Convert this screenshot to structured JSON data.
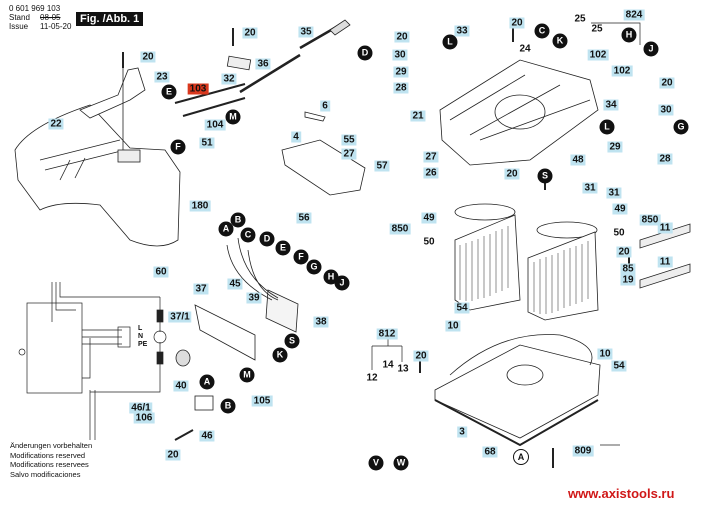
{
  "header": {
    "part_number": "0 601 969 103",
    "stand_label": "Stand",
    "stand_value": "08-05",
    "issue_label": "Issue",
    "issue_value": "11-05-20",
    "figure": "Fig. /Abb. 1"
  },
  "notes": [
    "Änderungen vorbehalten",
    "Modifications reserved",
    "Modifications reservees",
    "Salvo modificaciones"
  ],
  "website": "www.axistools.ru",
  "colors": {
    "callout_bg": "#bfe3f0",
    "highlight_callout": "#d9381e",
    "website": "#d01818"
  },
  "callouts": [
    "20",
    "23",
    "22",
    "103",
    "104",
    "51",
    "180",
    "20",
    "36",
    "35",
    "32",
    "6",
    "4",
    "55",
    "27",
    "57",
    "56",
    "33",
    "20",
    "824",
    "20",
    "30",
    "29",
    "28",
    "21",
    "27",
    "26",
    "20",
    "48",
    "31",
    "31",
    "28",
    "29",
    "30",
    "20",
    "34",
    "102",
    "102",
    "850",
    "49",
    "49",
    "850",
    "11",
    "11",
    "20",
    "85",
    "19",
    "54",
    "10",
    "812",
    "20",
    "10",
    "54",
    "3",
    "68",
    "809",
    "60",
    "45",
    "37",
    "39",
    "37/1",
    "38",
    "40",
    "105",
    "46/1",
    "106",
    "46",
    "20"
  ],
  "plain_labels": [
    "24",
    "25",
    "25",
    "50",
    "50",
    "12",
    "14",
    "13"
  ],
  "letters": [
    "E",
    "F",
    "M",
    "D",
    "L",
    "C",
    "K",
    "H",
    "J",
    "L",
    "G",
    "S",
    "A",
    "B",
    "C",
    "D",
    "E",
    "F",
    "G",
    "H",
    "J",
    "S",
    "K",
    "A",
    "B",
    "M",
    "V",
    "W",
    "A"
  ],
  "wiring_labels": [
    "L",
    "N",
    "PE"
  ]
}
